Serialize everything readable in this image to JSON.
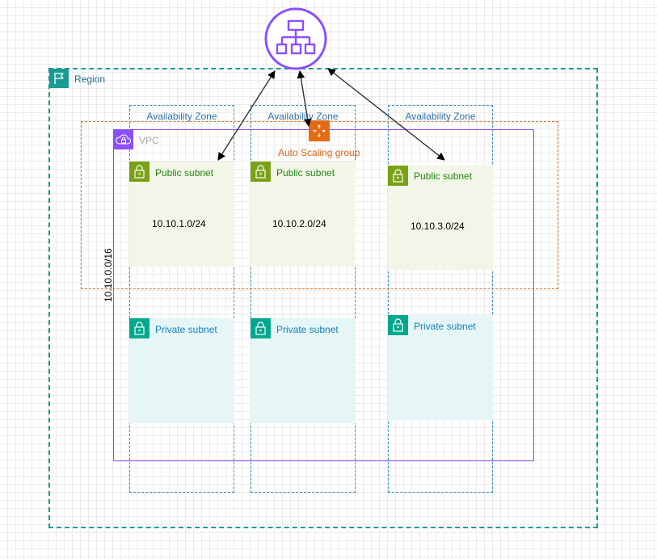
{
  "region": {
    "label": "Region",
    "icon": "flag-icon"
  },
  "availability_zones": [
    {
      "label": "Availability Zone"
    },
    {
      "label": "Availability Zone"
    },
    {
      "label": "Availability Zone"
    }
  ],
  "auto_scaling_group": {
    "label": "Auto Scaling group",
    "icon": "auto-scaling-icon"
  },
  "vpc": {
    "label": "VPC",
    "cidr": "10.10.0.0/16",
    "icon": "vpc-cloud-lock-icon"
  },
  "public_subnets": [
    {
      "label": "Public subnet",
      "cidr": "10.10.1.0/24"
    },
    {
      "label": "Public subnet",
      "cidr": "10.10.2.0/24"
    },
    {
      "label": "Public subnet",
      "cidr": "10.10.3.0/24"
    }
  ],
  "private_subnets": [
    {
      "label": "Private subnet"
    },
    {
      "label": "Private subnet"
    },
    {
      "label": "Private subnet"
    }
  ],
  "load_balancer": {
    "icon": "application-load-balancer-icon"
  },
  "colors": {
    "region": "#1a9c94",
    "availability_zone": "#3f8fc3",
    "auto_scaling": "#e46b12",
    "vpc": "#8c4fff",
    "public_subnet": "#7aa116",
    "private_subnet": "#01a88d",
    "load_balancer": "#8c4fff"
  }
}
